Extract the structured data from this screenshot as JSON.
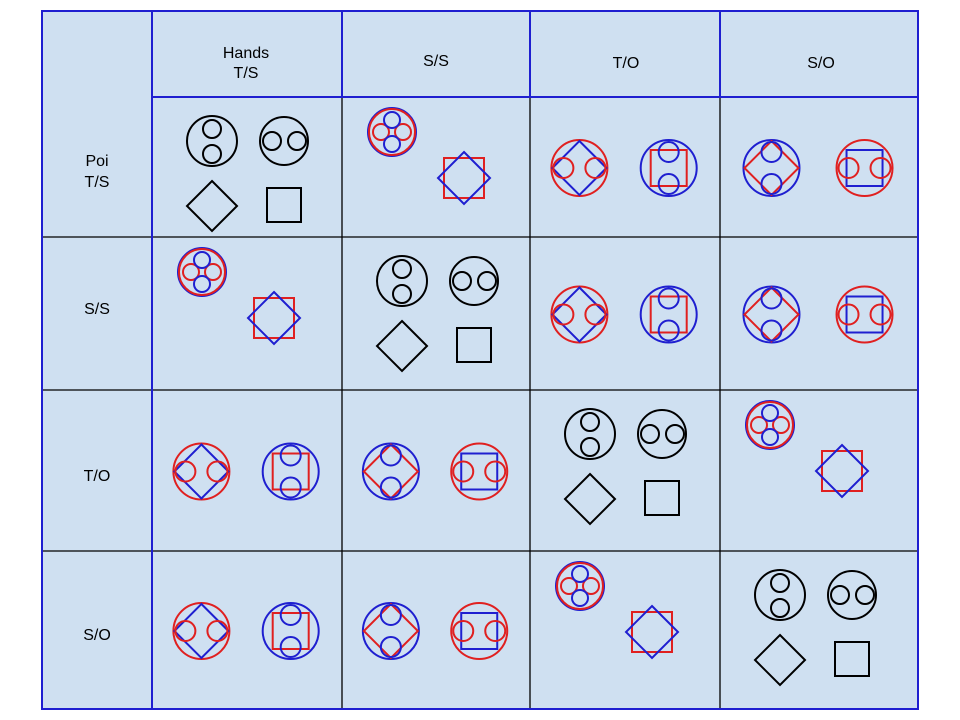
{
  "colors": {
    "background": "#cfe0f1",
    "frame": "#1f1fd0",
    "inner_line": "#000000",
    "glyph_black": "#000000",
    "glyph_red": "#e02020",
    "glyph_blue": "#1f1fd0"
  },
  "header": {
    "corner": "",
    "columns": [
      {
        "line1": "Hands",
        "line2": "T/S"
      },
      {
        "line1": "S/S",
        "line2": ""
      },
      {
        "line1": "T/O",
        "line2": ""
      },
      {
        "line1": "S/O",
        "line2": ""
      }
    ]
  },
  "rows": [
    {
      "line1": "Poi",
      "line2": "T/S",
      "cells": [
        "identity",
        "split-same",
        "opposite-mix",
        "opposite-mix-alt"
      ]
    },
    {
      "line1": "S/S",
      "line2": "",
      "cells": [
        "split-same",
        "identity",
        "opposite-mix",
        "opposite-mix-alt"
      ]
    },
    {
      "line1": "T/O",
      "line2": "",
      "cells": [
        "opposite-mix",
        "opposite-mix-alt",
        "identity",
        "split-same"
      ]
    },
    {
      "line1": "S/O",
      "line2": "",
      "cells": [
        "opposite-mix",
        "opposite-mix-alt",
        "split-same",
        "identity"
      ]
    }
  ]
}
